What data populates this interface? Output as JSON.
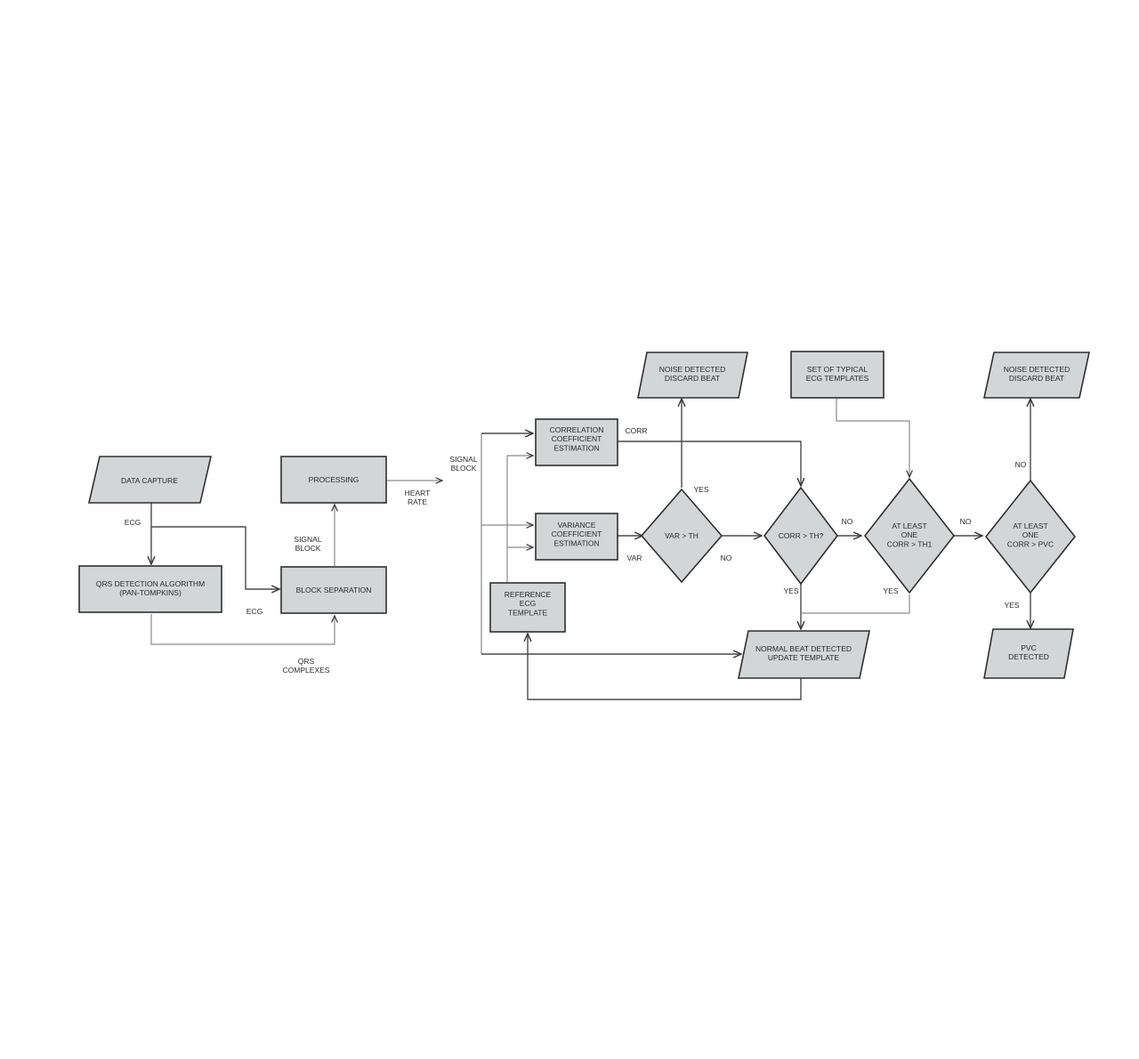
{
  "nodes": {
    "data_capture": [
      "DATA CAPTURE"
    ],
    "qrs_detection": [
      "QRS DETECTION ALGORITHM",
      "(PAN-TOMPKINS)"
    ],
    "processing": [
      "PROCESSING"
    ],
    "block_separation": [
      "BLOCK SEPARATION"
    ],
    "correlation": [
      "CORRELATION",
      "COEFFICIENT",
      "ESTIMATION"
    ],
    "variance": [
      "VARIANCE",
      "COEFFICIENT",
      "ESTIMATION"
    ],
    "reference": [
      "REFERENCE",
      "ECG",
      "TEMPLATE"
    ],
    "var_th": [
      "VAR > TH"
    ],
    "corr_th": [
      "CORR > TH?"
    ],
    "atleast_one": [
      "AT LEAST",
      "ONE",
      "CORR > TH1"
    ],
    "atleast_pvc": [
      "AT LEAST",
      "ONE",
      "CORR > PVC"
    ],
    "noise1": [
      "NOISE DETECTED",
      "DISCARD BEAT"
    ],
    "noise2": [
      "NOISE DETECTED",
      "DISCARD BEAT"
    ],
    "typical_templates": [
      "SET OF TYPICAL",
      "ECG TEMPLATES"
    ],
    "normal_beat": [
      "NORMAL BEAT DETECTED",
      "UPDATE TEMPLATE"
    ],
    "pvc": [
      "PVC",
      "DETECTED"
    ]
  },
  "edges": {
    "ecg_top": [
      "ECG"
    ],
    "ecg_bottom": [
      "ECG"
    ],
    "signal_block_left": [
      "SIGNAL",
      "BLOCK"
    ],
    "heart_rate": [
      "HEART",
      "RATE"
    ],
    "qrs_complexes": [
      "QRS",
      "COMPLEXES"
    ],
    "signal_block_right": [
      "SIGNAL",
      "BLOCK"
    ],
    "corr": [
      "CORR"
    ],
    "var": [
      "VAR"
    ],
    "yes_var": [
      "YES"
    ],
    "no_var": [
      "NO"
    ],
    "no_corr": [
      "NO"
    ],
    "yes_corr": [
      "YES"
    ],
    "no_atleast": [
      "NO"
    ],
    "yes_atleast": [
      "YES"
    ],
    "no_pvc": [
      "NO"
    ],
    "yes_pvc": [
      "YES"
    ]
  }
}
